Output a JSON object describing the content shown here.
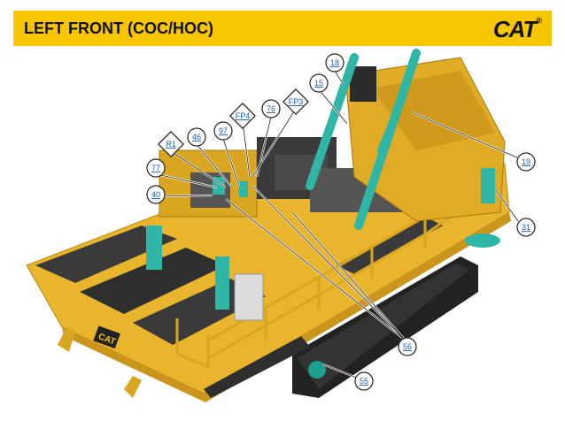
{
  "header": {
    "title": "LEFT FRONT (COC/HOC)",
    "logo_text": "CAT",
    "logo_mark": "®",
    "bar_color": "#f7c600"
  },
  "callouts": {
    "c18": "18",
    "c15": "15",
    "c76": "76",
    "fp3": "FP3",
    "fp4": "FP4",
    "c97": "97",
    "c46": "46",
    "r1": "R1",
    "c77": "77",
    "c40": "40",
    "c19": "19",
    "c31": "31",
    "c56": "56",
    "c55": "55"
  },
  "machine": {
    "decal_text": "CAT",
    "body_color": "#e8b52c",
    "accent_color": "#2fb6a6"
  }
}
